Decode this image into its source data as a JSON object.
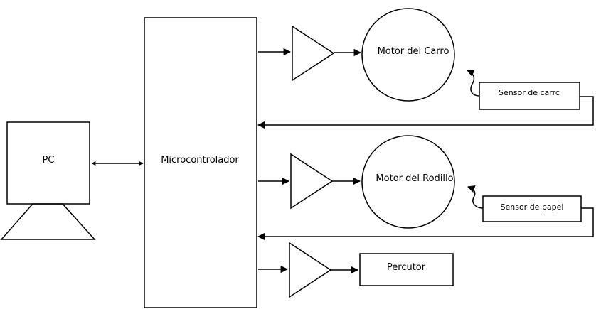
{
  "labels": {
    "pc": "PC",
    "microcontroller": "Microcontrolador",
    "motor_carro": "Motor del Carro",
    "motor_rodillo": "Motor del Rodillo",
    "sensor_carro": "Sensor de carrc",
    "sensor_papel": "Sensor de papel",
    "percutor": "Percutor"
  }
}
